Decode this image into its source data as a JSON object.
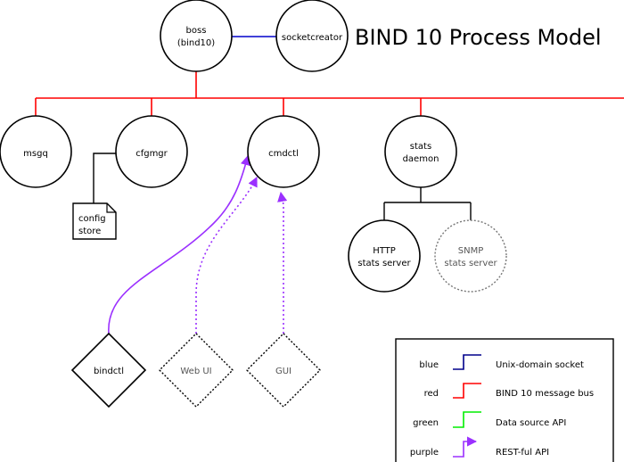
{
  "title": "BIND 10 Process Model",
  "nodes": {
    "boss": {
      "line1": "boss",
      "line2": "(bind10)"
    },
    "socketcreator": {
      "label": "socketcreator"
    },
    "msgq": {
      "label": "msgq"
    },
    "cfgmgr": {
      "label": "cfgmgr"
    },
    "cmdctl": {
      "label": "cmdctl"
    },
    "stats_daemon": {
      "line1": "stats",
      "line2": "daemon"
    },
    "config_store": {
      "line1": "config",
      "line2": "store"
    },
    "http_stats_server": {
      "line1": "HTTP",
      "line2": "stats server"
    },
    "snmp_stats_server": {
      "line1": "SNMP",
      "line2": "stats server"
    },
    "bindctl": {
      "label": "bindctl"
    },
    "web_ui": {
      "label": "Web UI"
    },
    "gui": {
      "label": "GUI"
    }
  },
  "legend": [
    {
      "color_name": "blue",
      "color": "#00008b",
      "description": "Unix-domain socket"
    },
    {
      "color_name": "red",
      "color": "#ff0000",
      "description": "BIND 10 message bus"
    },
    {
      "color_name": "green",
      "color": "#00ee00",
      "description": "Data source API"
    },
    {
      "color_name": "purple",
      "color": "#9b30ff",
      "description": "REST-ful API"
    }
  ],
  "colors": {
    "bus": "#ff0000",
    "socket": "#0000cc",
    "rest": "#9b30ff",
    "dashed_node": "#777777"
  }
}
